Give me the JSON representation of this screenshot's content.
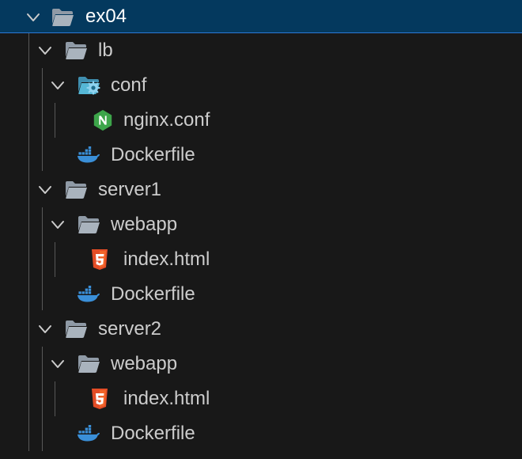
{
  "explorer": {
    "root": {
      "label": "ex04",
      "icon": "folder-open-icon"
    },
    "lb": {
      "label": "lb",
      "icon": "folder-open-icon",
      "conf": {
        "label": "conf",
        "icon": "config-folder-icon",
        "nginx": {
          "label": "nginx.conf",
          "icon": "nginx-icon"
        }
      },
      "dockerfile": {
        "label": "Dockerfile",
        "icon": "docker-icon"
      }
    },
    "server1": {
      "label": "server1",
      "icon": "folder-open-icon",
      "webapp": {
        "label": "webapp",
        "icon": "folder-open-icon",
        "index": {
          "label": "index.html",
          "icon": "html5-icon"
        }
      },
      "dockerfile": {
        "label": "Dockerfile",
        "icon": "docker-icon"
      }
    },
    "server2": {
      "label": "server2",
      "icon": "folder-open-icon",
      "webapp": {
        "label": "webapp",
        "icon": "folder-open-icon",
        "index": {
          "label": "index.html",
          "icon": "html5-icon"
        }
      },
      "dockerfile": {
        "label": "Dockerfile",
        "icon": "docker-icon"
      }
    }
  },
  "colors": {
    "background": "#181818",
    "selection": "#04395e",
    "selection_border": "#2b79d6",
    "text": "#cccccc",
    "folder": "#9aa5b1",
    "docker": "#3a8fd8",
    "html5": "#e44d26",
    "nginx": "#3da54a"
  }
}
